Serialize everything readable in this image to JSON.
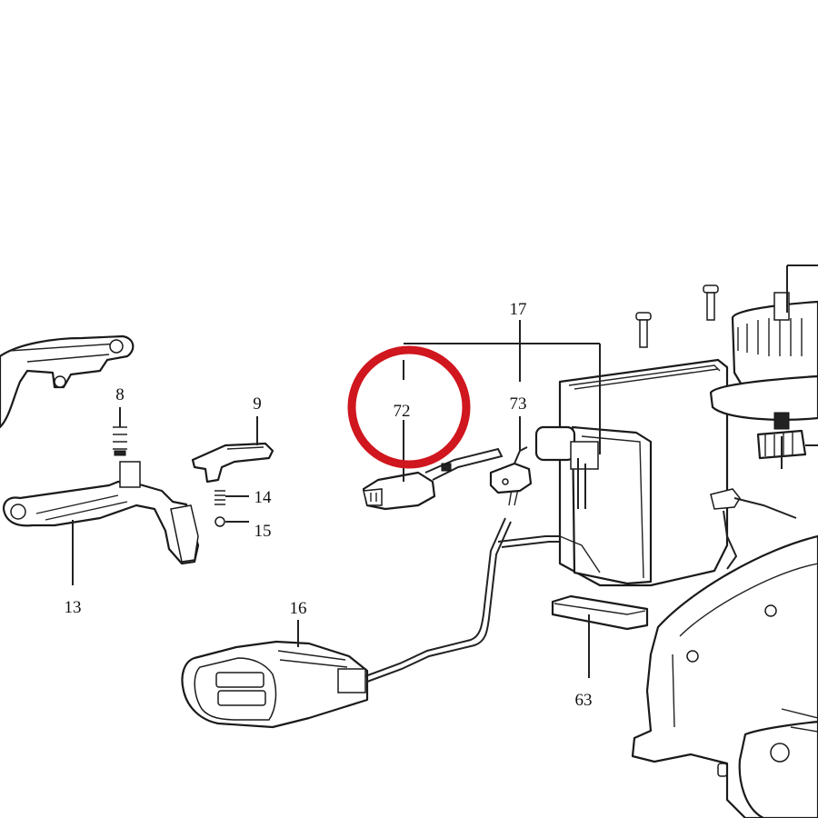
{
  "diagram": {
    "part_labels": [
      "8",
      "9",
      "14",
      "15",
      "13",
      "16",
      "17",
      "72",
      "73",
      "63"
    ],
    "highlight_color": "#d0161e",
    "line_color": "#222222"
  }
}
